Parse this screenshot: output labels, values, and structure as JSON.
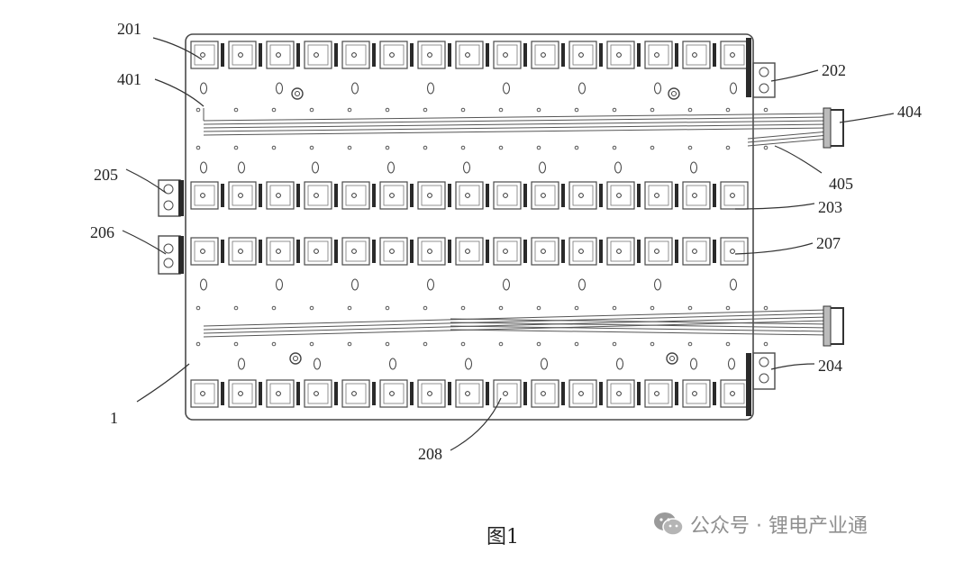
{
  "figure": {
    "caption": "图1",
    "watermark": "公众号 · 锂电产业通",
    "reference_numerals": {
      "tray": "1",
      "cell_top_left": "201",
      "terminal_top_right": "202",
      "cell_middle_upper": "203",
      "terminal_bottom_right": "204",
      "terminal_left_upper": "205",
      "terminal_left_lower": "206",
      "cell_middle_lower": "207",
      "cell_bottom_row": "208",
      "harness_upper": "401",
      "connector_upper": "404",
      "harness_branch": "405"
    }
  },
  "colors": {
    "line": "#4a4a4a",
    "dark_bar": "#2a2a2a",
    "text": "#222222",
    "watermark": "#8f8f8f"
  },
  "icons": {
    "watermark_icon": "wechat-icon"
  }
}
